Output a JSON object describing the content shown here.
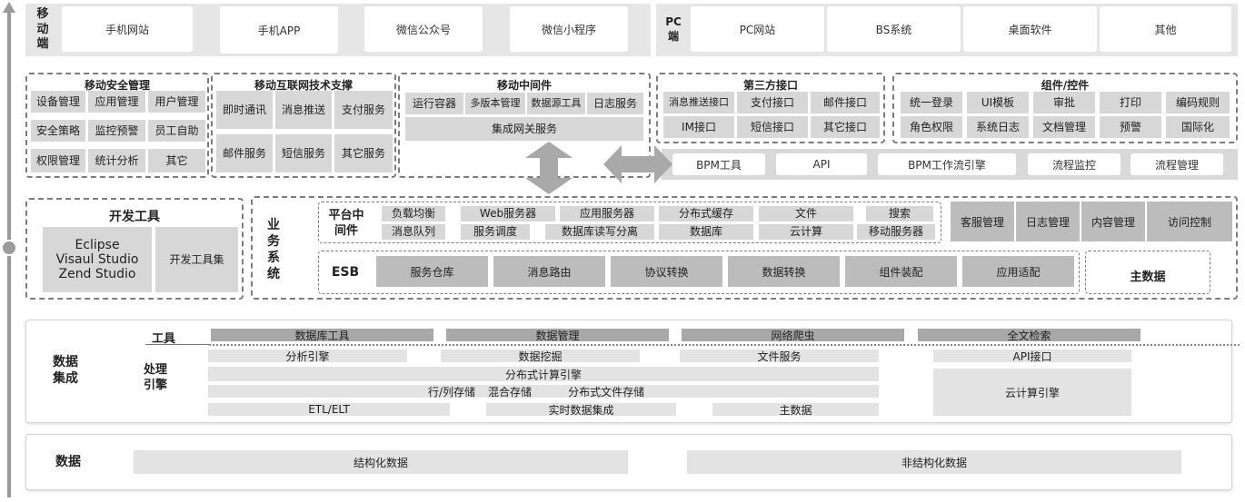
{
  "mobile": {
    "label": "移动端",
    "items": [
      "手机网站",
      "手机APP",
      "微信公众号",
      "微信小程序"
    ]
  },
  "pc": {
    "label": "PC端",
    "items": [
      "PC网站",
      "BS系统",
      "桌面软件",
      "其他"
    ]
  },
  "mobile_security": {
    "title": "移动安全管理",
    "cells": [
      "设备管理",
      "应用管理",
      "用户管理",
      "安全策略",
      "监控预警",
      "员工自助",
      "权限管理",
      "统计分析",
      "其它"
    ]
  },
  "mobile_tech": {
    "title": "移动互联网技术支撑",
    "cells": [
      "即时通讯",
      "消息推送",
      "支付服务",
      "邮件服务",
      "短信服务",
      "其它服务"
    ]
  },
  "mobile_middleware": {
    "title": "移动中间件",
    "cells": [
      "运行容器",
      "多版本管理",
      "数据源工具",
      "日志服务"
    ],
    "gateway": "集成网关服务"
  },
  "third_party": {
    "title": "第三方接口",
    "cells": [
      "消息推送接口",
      "支付接口",
      "邮件接口",
      "IM接口",
      "短信接口",
      "其它接口"
    ]
  },
  "components": {
    "title": "组件/控件",
    "cells": [
      "统一登录",
      "UI模板",
      "审批",
      "打印",
      "编码规则",
      "角色权限",
      "系统日志",
      "文档管理",
      "预警",
      "国际化"
    ]
  },
  "bpm": {
    "items": [
      "BPM工具",
      "API",
      "BPM工作流引擎",
      "流程监控",
      "流程管理"
    ]
  },
  "dev_tools": {
    "title": "开发工具",
    "ide_lines": [
      "Eclipse",
      "Visaul Studio",
      "Zend Studio"
    ],
    "toolset": "开发工具集"
  },
  "business": {
    "label": "业务系统",
    "platform_label": "平台中间件",
    "platform_row1": [
      "负载均衡",
      "Web服务器",
      "应用服务器",
      "分布式缓存",
      "文件",
      "搜索"
    ],
    "platform_row2": [
      "消息队列",
      "服务调度",
      "数据库读写分离",
      "数据库",
      "云计算",
      "移动服务器"
    ],
    "mgmt": [
      "客服管理",
      "日志管理",
      "内容管理",
      "访问控制"
    ],
    "esb_label": "ESB",
    "esb": [
      "服务仓库",
      "消息路由",
      "协议转换",
      "数据转换",
      "组件装配",
      "应用适配"
    ],
    "master_data": "主数据"
  },
  "data_integration": {
    "label": "数据集成",
    "tools_label": "工具",
    "tools": [
      "数据库工具",
      "数据管理",
      "网络爬虫",
      "全文检索"
    ],
    "engine_label": "处理引擎",
    "row1": [
      "分析引擎",
      "数据挖掘",
      "文件服务",
      "API接口"
    ],
    "distributed": "分布式计算引擎",
    "storage": [
      "行/列存储",
      "混合存储",
      "分布式文件存储"
    ],
    "row4": [
      "ETL/ELT",
      "实时数据集成",
      "主数据"
    ],
    "cloud": "云计算引擎"
  },
  "data": {
    "label": "数据",
    "items": [
      "结构化数据",
      "非结构化数据"
    ]
  }
}
